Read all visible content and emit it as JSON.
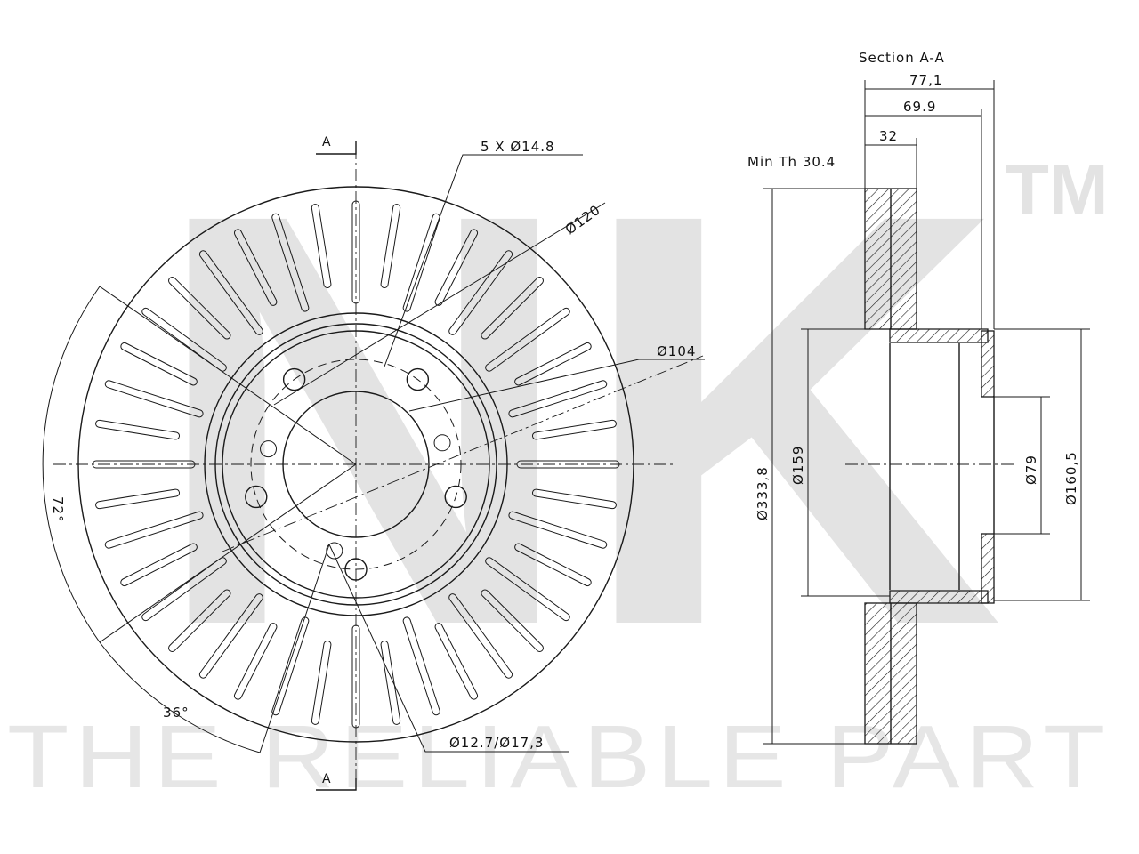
{
  "watermark": {
    "logo": "NK",
    "tm": "TM",
    "tagline": "THE RELIABLE PART"
  },
  "front_view": {
    "section_mark": "A",
    "bolt_holes": "5 X Ø14.8",
    "pcd": "Ø120",
    "hub_diameter": "Ø104",
    "angle_72": "72°",
    "angle_36": "36°",
    "small_holes": "Ø12.7/Ø17,3"
  },
  "section_view": {
    "title": "Section A-A",
    "overall_height": "77,1",
    "hat_height": "69.9",
    "disc_thickness": "32",
    "min_thickness": "Min Th 30.4",
    "outer_diameter": "Ø333,8",
    "bore_159": "Ø159",
    "center_bore": "Ø79",
    "hat_diameter": "Ø160,5"
  },
  "colors": {
    "line": "#1a1a1a",
    "watermark": "#e3e3e3",
    "background": "#ffffff"
  }
}
